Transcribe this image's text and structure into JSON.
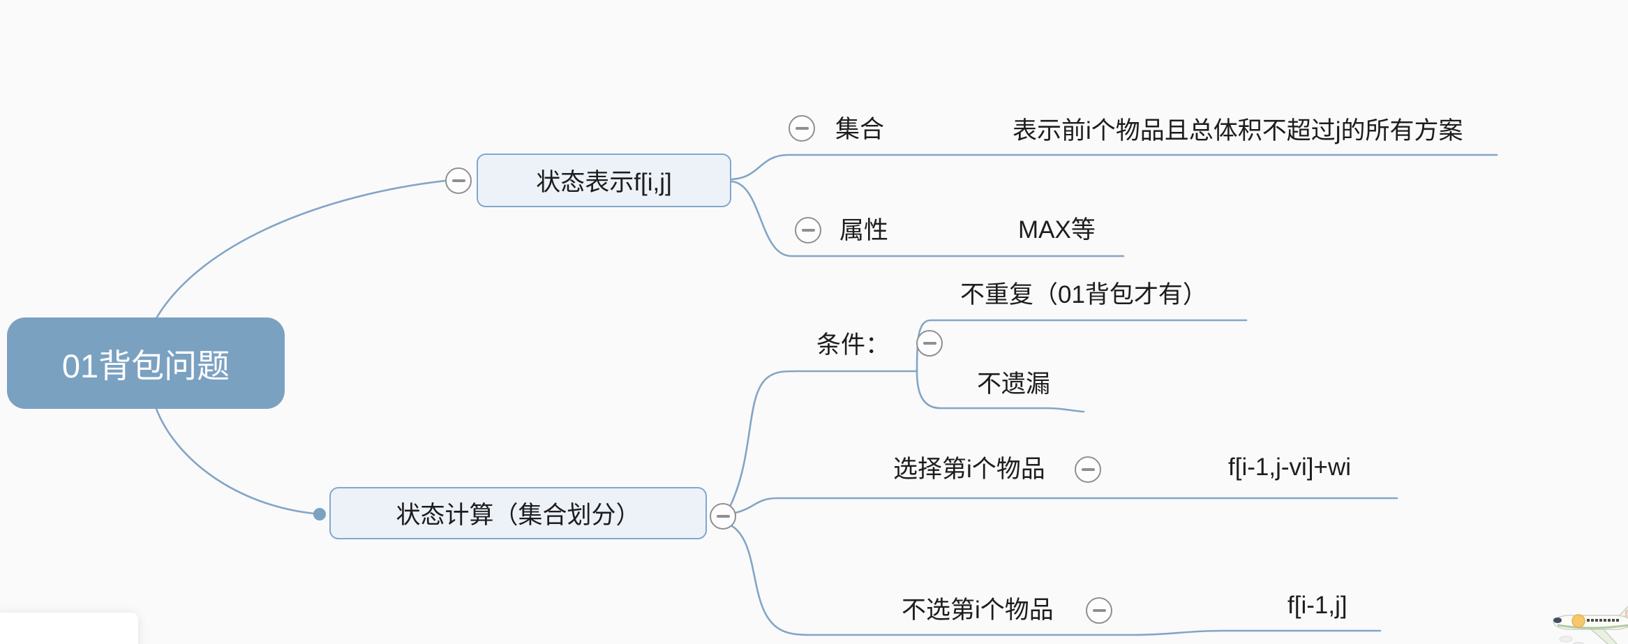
{
  "app": {
    "view": "mindmap-canvas",
    "background_color": "#fafafb"
  },
  "palette": {
    "root_fill": "#7ba1c1",
    "root_text": "#ffffff",
    "branch_fill": "#edf2f8",
    "branch_border": "#80a8ce",
    "edge_color": "#83a5c5",
    "collapse_icon_color": "#8f8f8f",
    "text_color": "#1d1d1f",
    "junction_dot_color": "#7ba2c2"
  },
  "icons": {
    "collapse": "minus-circle-icon"
  },
  "mindmap": {
    "root": {
      "label": "01背包问题"
    },
    "branches": [
      {
        "label": "状态表示f[i,j]",
        "children": [
          {
            "label": "集合",
            "value": "表示前i个物品且总体积不超过j的所有方案"
          },
          {
            "label": "属性",
            "value": "MAX等"
          }
        ]
      },
      {
        "label": "状态计算（集合划分）",
        "children": [
          {
            "label": "条件：",
            "children": [
              {
                "label": "不重复（01背包才有）"
              },
              {
                "label": "不遗漏"
              }
            ]
          },
          {
            "label": "选择第i个物品",
            "value": "f[i-1,j-vi]+wi"
          },
          {
            "label": "不选第i个物品",
            "value": "f[i-1,j]"
          }
        ]
      }
    ]
  },
  "decorations": {
    "airplane_sticker": "airplane-sticker",
    "floating_panel": "floating-panel-corner"
  }
}
